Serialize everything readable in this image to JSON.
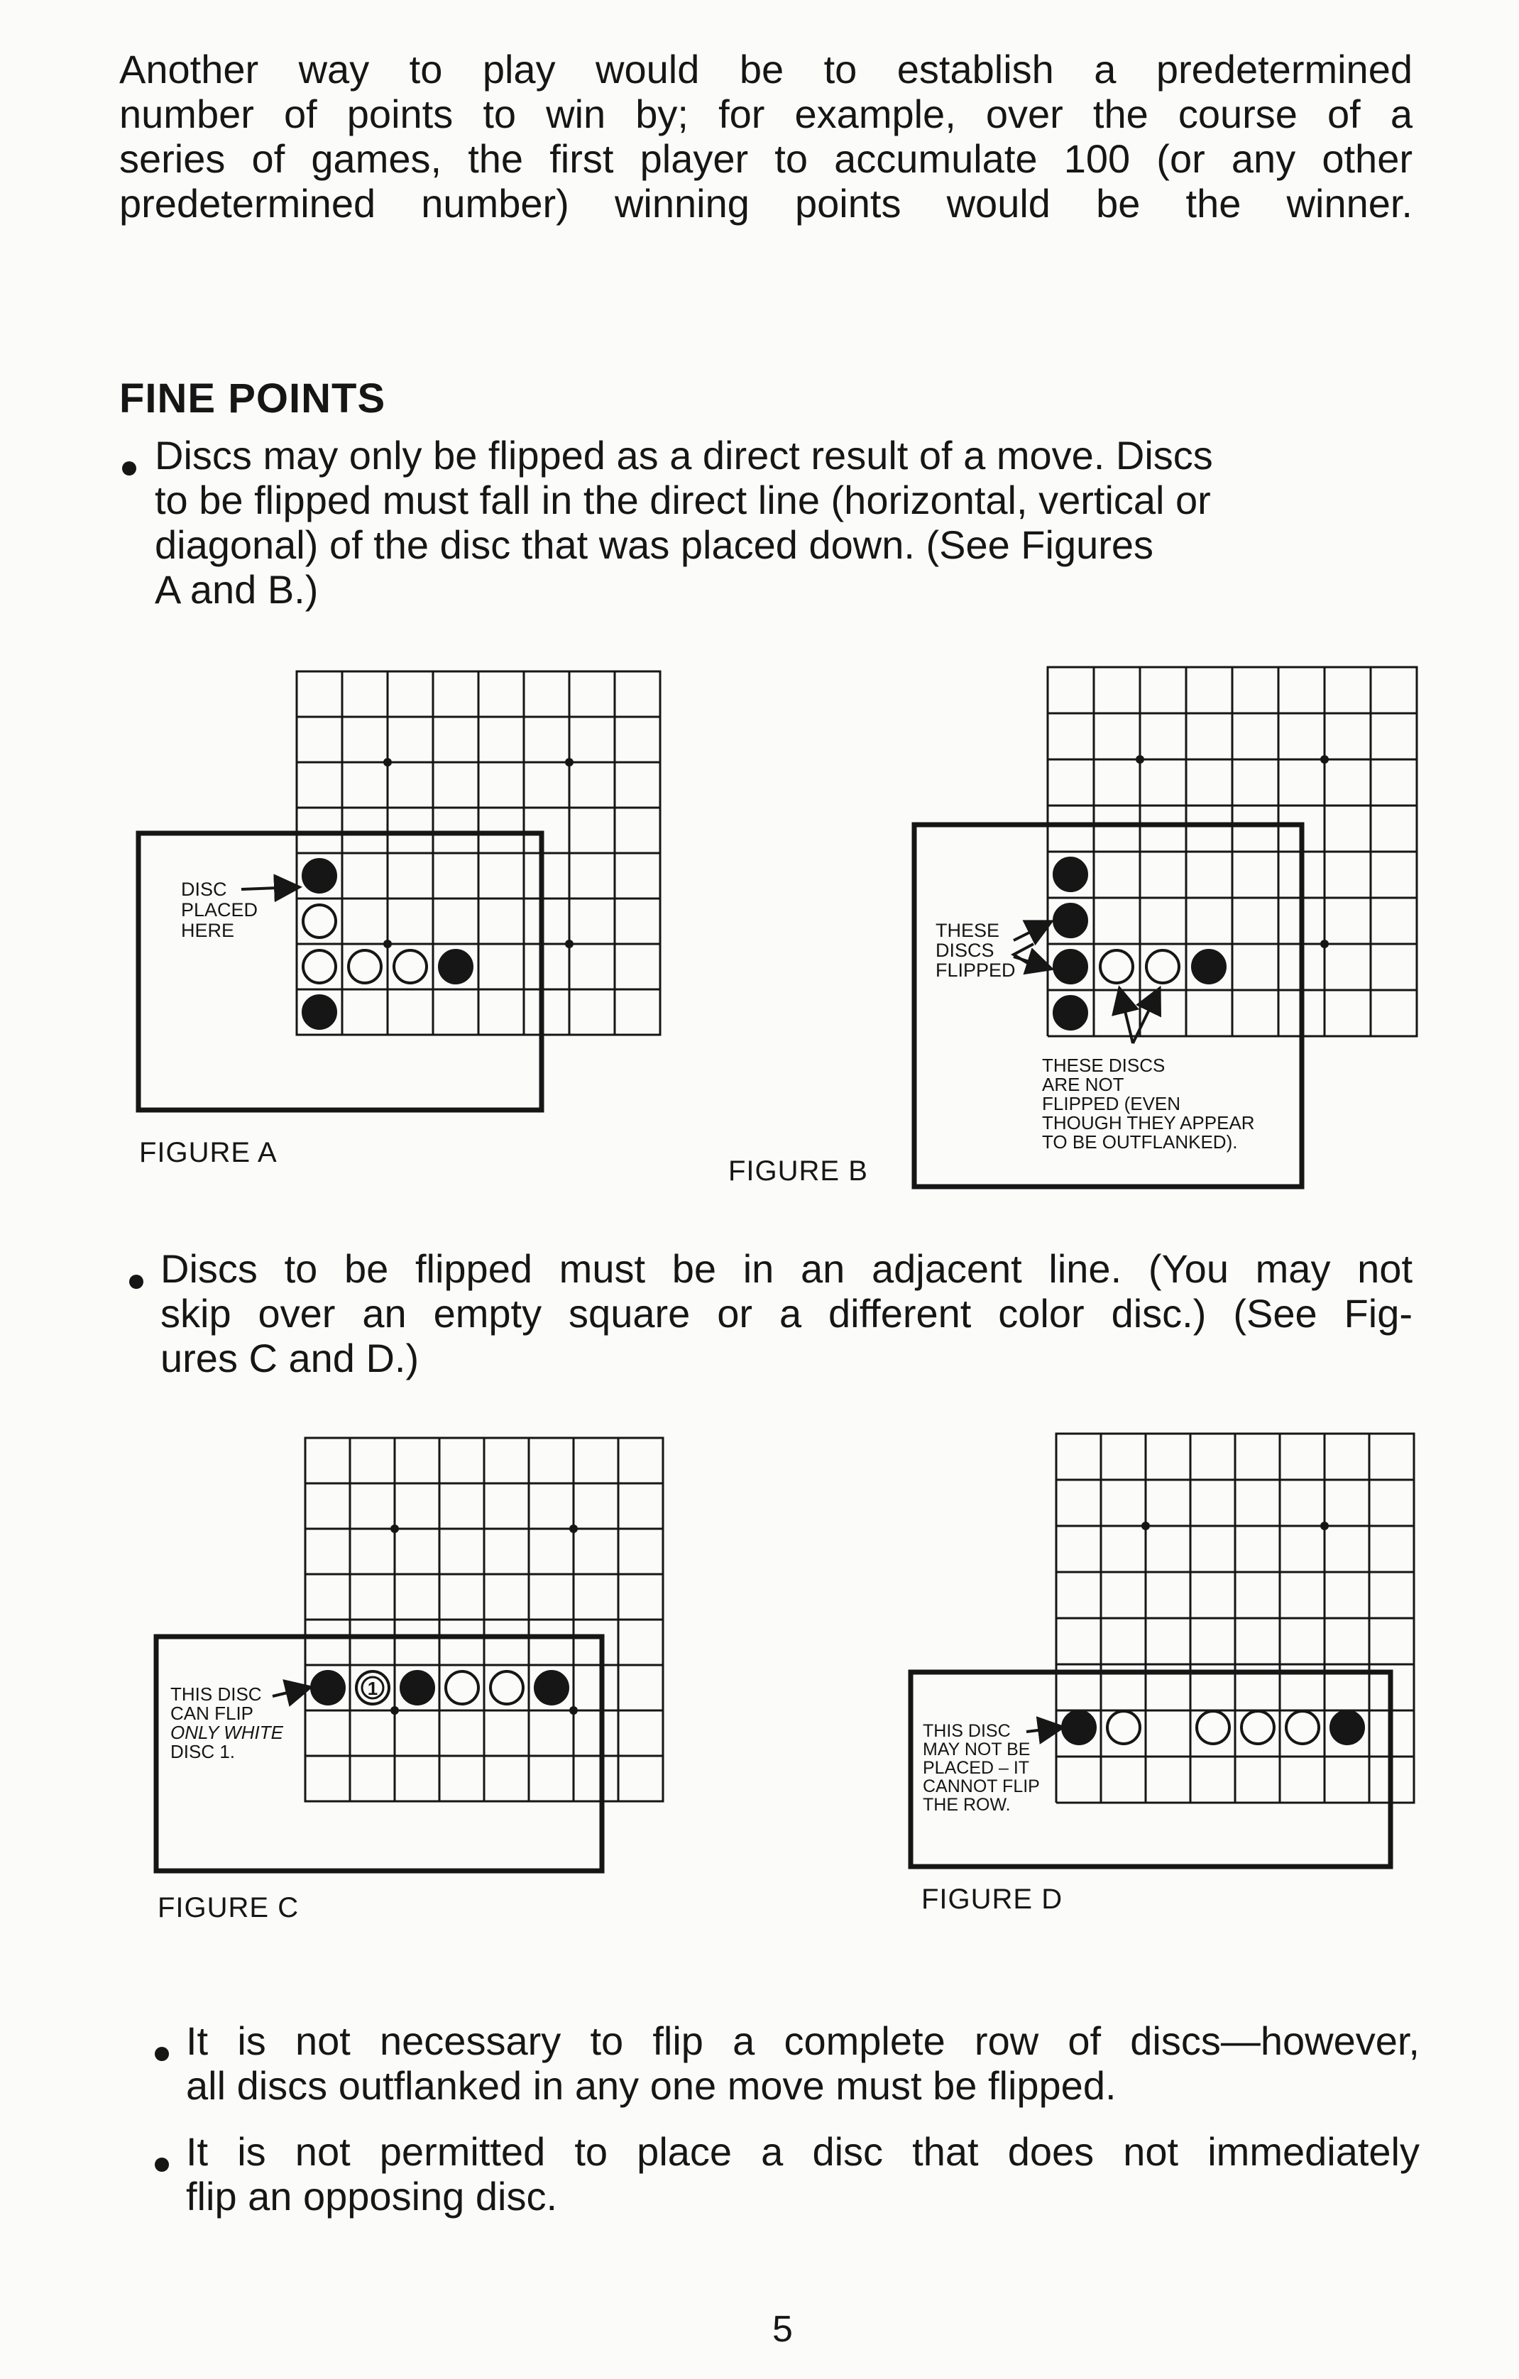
{
  "intro": {
    "lines": [
      "Another way to play would be to establish a predetermined",
      "number of points to win by; for example, over the course of a",
      "series of games, the first player to accumulate 100 (or any other",
      "predetermined number) winning points would be the winner."
    ]
  },
  "section": {
    "heading": "FINE POINTS"
  },
  "bullet1": {
    "lines": [
      "Discs may only be flipped as a direct result of a move. Discs",
      "to be flipped must fall in the direct line (horizontal, vertical or",
      "diagonal) of the disc that was placed down. (See Figures",
      "A and B.)"
    ]
  },
  "figure_a": {
    "label": "FIGURE A",
    "annotation": [
      "DISC",
      "PLACED",
      "HERE"
    ]
  },
  "figure_b": {
    "label": "FIGURE B",
    "annotation_flipped": [
      "THESE",
      "DISCS",
      "FLIPPED"
    ],
    "annotation_not_flipped": [
      "THESE DISCS",
      "ARE NOT",
      "FLIPPED (EVEN",
      "THOUGH THEY APPEAR",
      "TO BE OUTFLANKED)."
    ]
  },
  "bullet2": {
    "lines": [
      "Discs to be flipped must be in an adjacent line. (You may not",
      "skip over an empty square or a different color disc.) (See Fig-",
      "ures C and D.)"
    ]
  },
  "figure_c": {
    "label": "FIGURE C",
    "annotation": [
      "THIS DISC",
      "CAN FLIP",
      "ONLY WHITE",
      "DISC 1."
    ],
    "disc_number": "1"
  },
  "figure_d": {
    "label": "FIGURE D",
    "annotation": [
      "THIS DISC",
      "MAY NOT BE",
      "PLACED – IT",
      "CANNOT FLIP",
      "THE ROW."
    ]
  },
  "bullet3": {
    "lines": [
      "It is not necessary to flip a complete row of discs—however,",
      "all discs outflanked in any one move must be flipped."
    ]
  },
  "bullet4": {
    "lines": [
      "It is not permitted to place a disc that does not immediately",
      "flip an opposing disc."
    ]
  },
  "page_number": "5"
}
